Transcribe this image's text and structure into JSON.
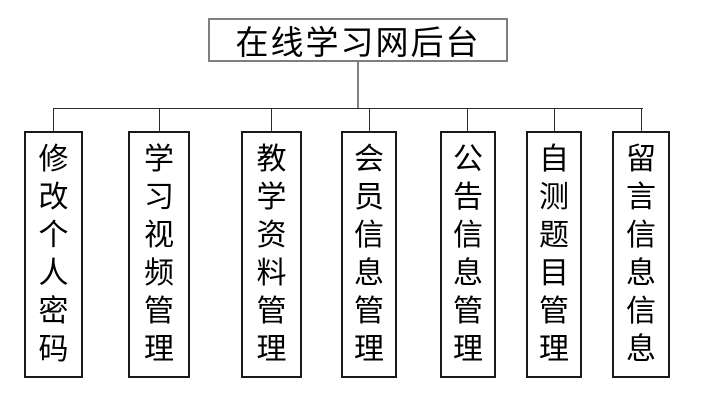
{
  "diagram": {
    "title": "在线学习网后台",
    "root": {
      "label": "在线学习网后台"
    },
    "children": [
      {
        "label": "修改个人密码"
      },
      {
        "label": "学习视频管理"
      },
      {
        "label": "教学资料管理"
      },
      {
        "label": "会员信息管理"
      },
      {
        "label": "公告信息管理"
      },
      {
        "label": "自测题目管理"
      },
      {
        "label": "留言信息信息"
      }
    ],
    "colors": {
      "background": "#ffffff",
      "root_border": "#7f7f7f",
      "child_border": "#1a1a1a",
      "connector": "#2a2a2a",
      "text": "#000000"
    }
  }
}
